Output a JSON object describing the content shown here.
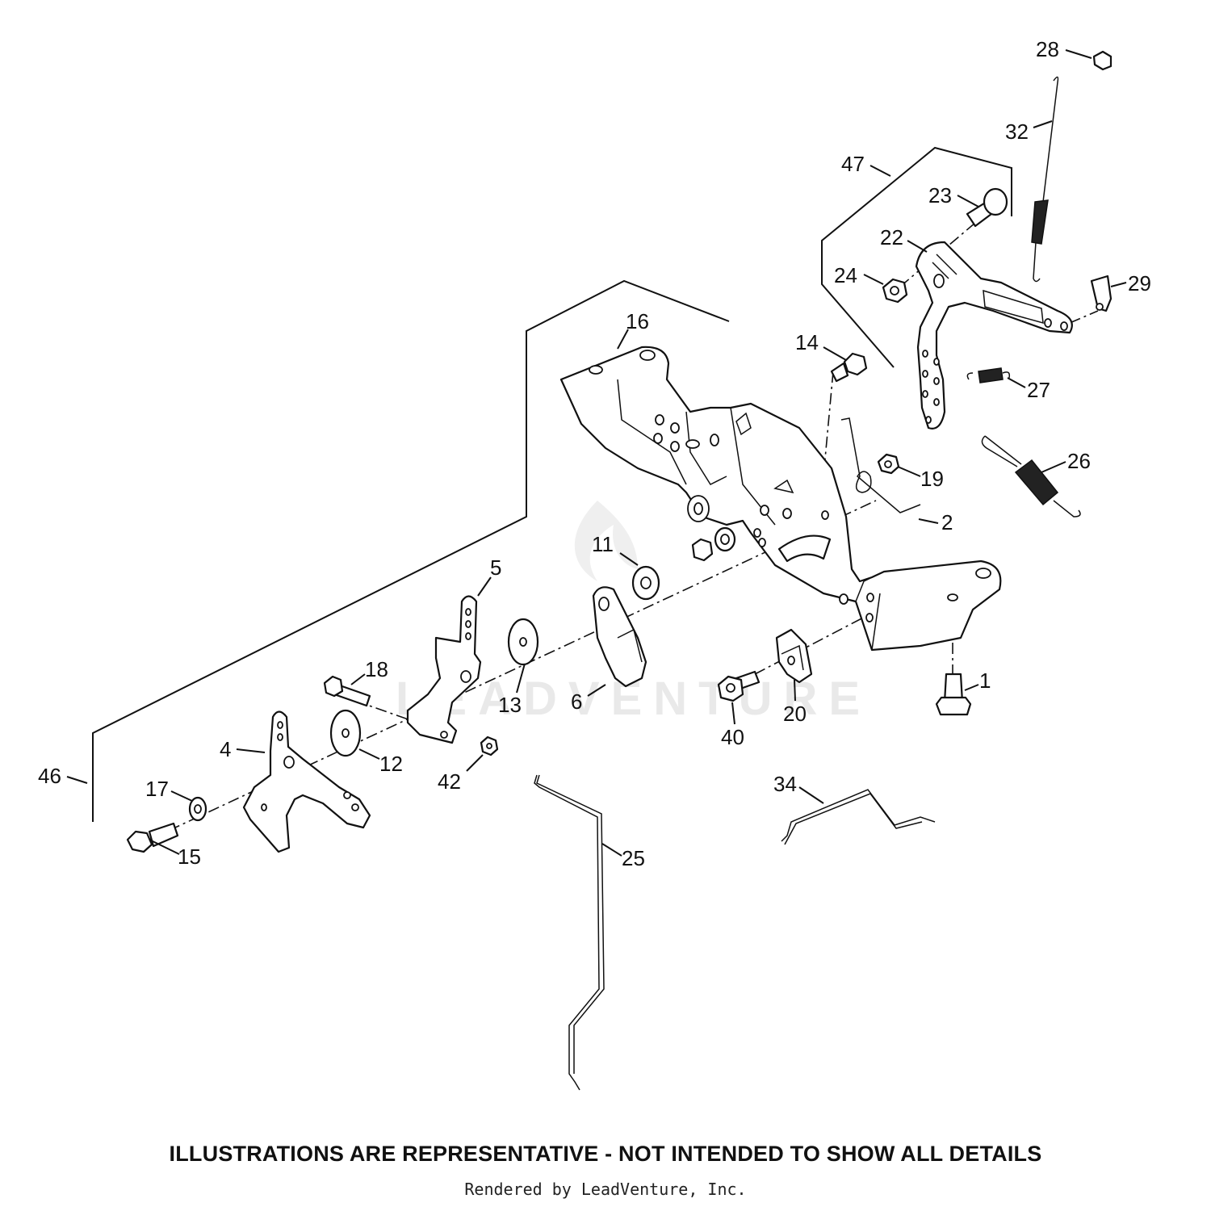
{
  "footer": {
    "disclaimer": "ILLUSTRATIONS ARE REPRESENTATIVE - NOT INTENDED TO SHOW ALL DETAILS",
    "credit": "Rendered by LeadVenture, Inc."
  },
  "watermark": "LEADVENTURE",
  "callouts": [
    "1",
    "2",
    "4",
    "5",
    "6",
    "11",
    "12",
    "13",
    "14",
    "15",
    "16",
    "17",
    "18",
    "19",
    "20",
    "22",
    "23",
    "24",
    "25",
    "26",
    "27",
    "28",
    "29",
    "32",
    "34",
    "40",
    "42",
    "46",
    "47"
  ]
}
